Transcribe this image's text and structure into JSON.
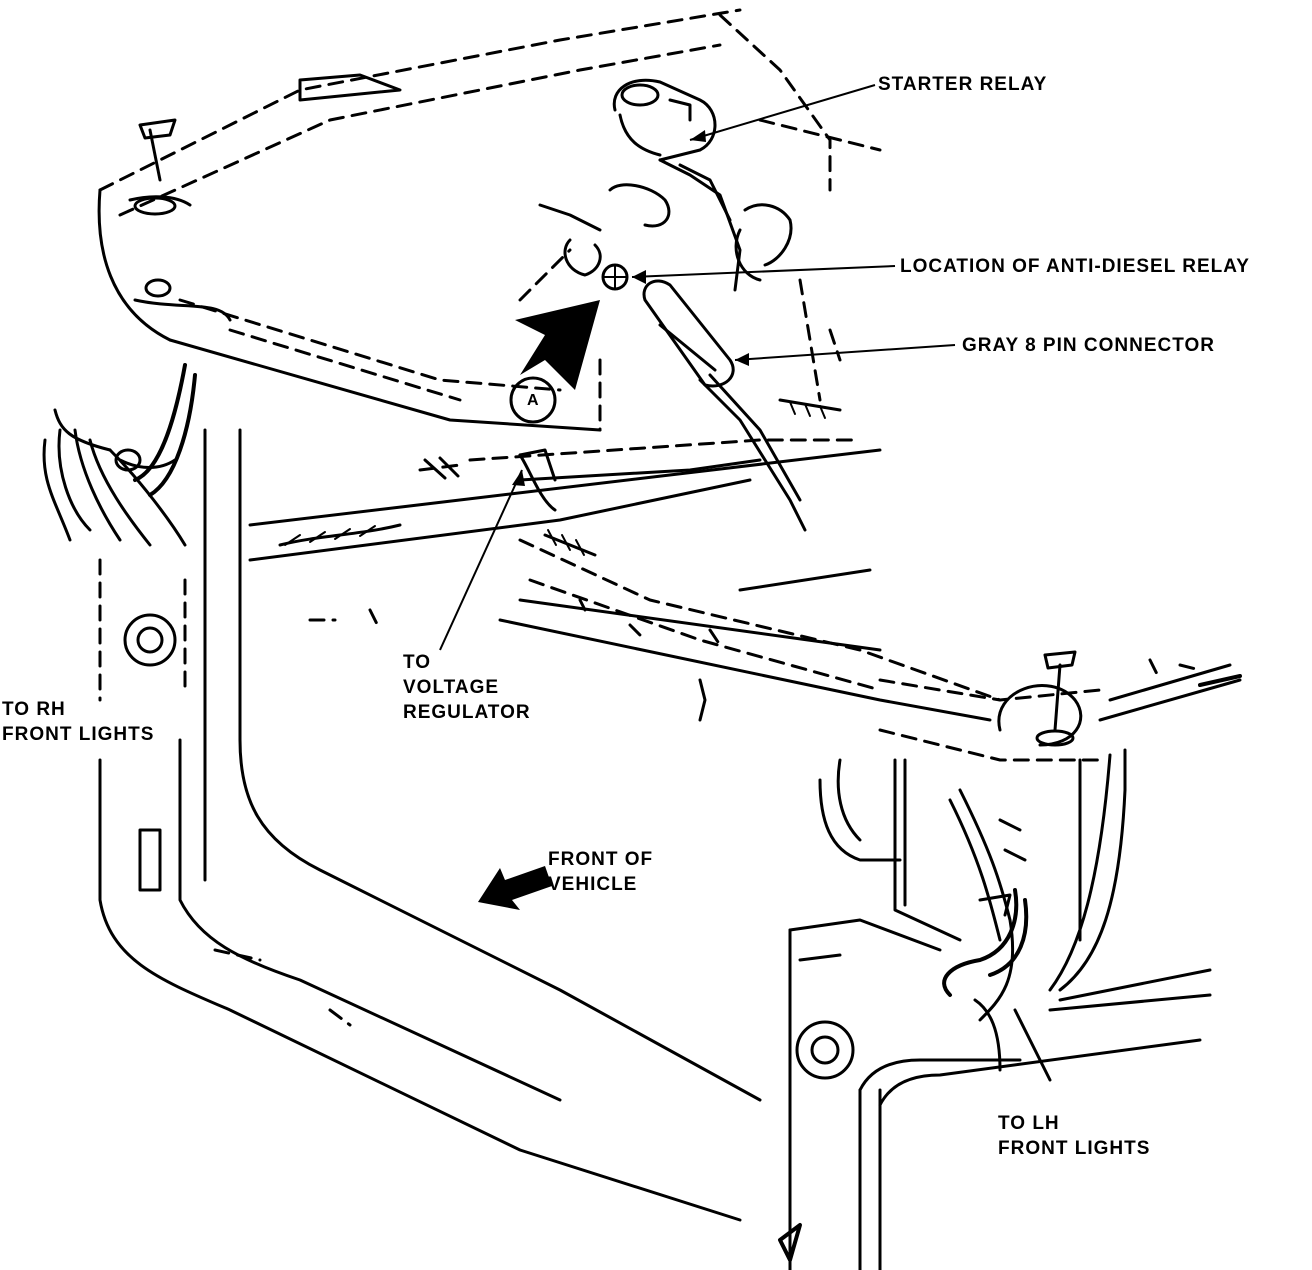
{
  "labels": {
    "starter_relay": "STARTER RELAY",
    "anti_diesel": "LOCATION OF ANTI-DIESEL RELAY",
    "gray_connector": "GRAY 8 PIN CONNECTOR",
    "voltage_regulator": [
      "TO",
      "VOLTAGE",
      "REGULATOR"
    ],
    "rh_lights": [
      "TO RH",
      "FRONT LIGHTS"
    ],
    "front_vehicle": [
      "FRONT OF",
      "VEHICLE"
    ],
    "lh_lights": [
      "TO LH",
      "FRONT LIGHTS"
    ],
    "callout": "A"
  },
  "colors": {
    "ink": "#000000",
    "paper": "#ffffff"
  }
}
